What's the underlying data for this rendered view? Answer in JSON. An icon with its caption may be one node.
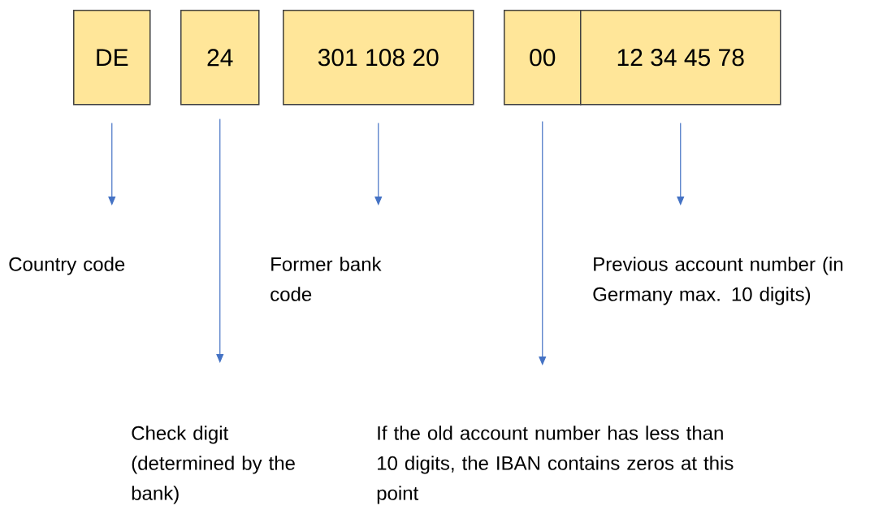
{
  "diagram": {
    "nodes": [
      {
        "text": [
          "DE"
        ]
      },
      {
        "text": [
          "24"
        ]
      },
      {
        "text": [
          "301 108 20"
        ]
      },
      {
        "text": [
          "00"
        ]
      },
      {
        "text": [
          "12 34 45 78"
        ]
      },
      {
        "text": [
          "Country code"
        ]
      },
      {
        "text": [
          "Former bank code"
        ]
      },
      {
        "text": [
          "Previous account number (in Germany max. 10 digits)"
        ]
      },
      {
        "text": [
          "Check digit (determined by the bank)"
        ]
      },
      {
        "text": [
          "If the old account number has less than 10 digits, the IBAN contains zeros at this point"
        ]
      }
    ],
    "edges": [
      {
        "from": 0,
        "to": 5,
        "arrow": "to"
      },
      {
        "from": 1,
        "to": 8,
        "arrow": "to"
      },
      {
        "from": 2,
        "to": 6,
        "arrow": "to"
      },
      {
        "from": 3,
        "to": 9,
        "arrow": "to"
      },
      {
        "from": 4,
        "to": 7,
        "arrow": "to"
      }
    ]
  }
}
